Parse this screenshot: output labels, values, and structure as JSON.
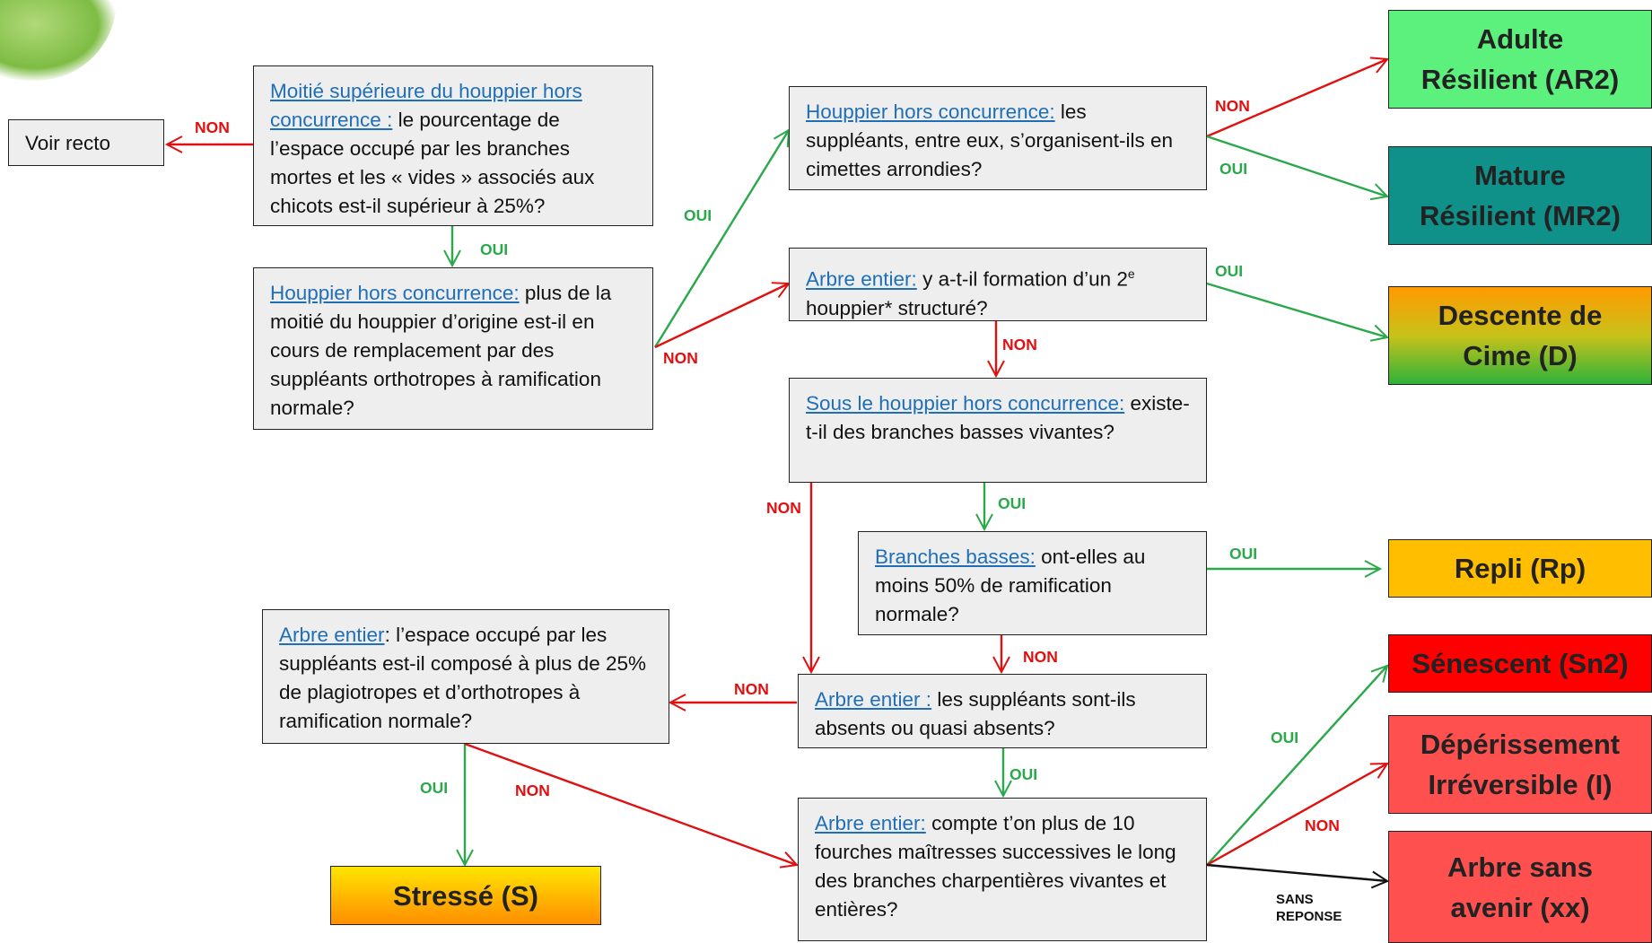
{
  "boxes": {
    "voir_recto": "Voir recto",
    "q1": {
      "link": "Moitié supérieure du houppier hors concurrence :",
      "text": " le pourcentage de l’espace occupé par les branches mortes et les « vides » associés aux chicots est-il supérieur à 25%?"
    },
    "q2": {
      "link": "Houppier hors concurrence:",
      "text": " plus de la moitié du houppier d’origine est-il en cours de remplacement par des suppléants orthotropes à ramification normale?"
    },
    "q3": {
      "link": "Houppier hors concurrence:",
      "text": " les suppléants, entre eux, s’organisent-ils en cimettes arrondies?"
    },
    "q4": {
      "link": "Arbre entier:",
      "text_before": " y a-t-il formation d’un 2",
      "sup": "e",
      "text_after": " houppier* structuré?"
    },
    "q5": {
      "link": "Sous le houppier hors concurrence:",
      "text": " existe-t-il des branches basses vivantes?"
    },
    "q6": {
      "link": "Branches basses:",
      "text": " ont-elles au moins 50% de ramification normale?"
    },
    "q7": {
      "link": "Arbre entier",
      "text": ": l’espace occupé par les suppléants est-il composé à plus de 25% de plagiotropes et d’orthotropes à ramification normale?"
    },
    "q8": {
      "link": "Arbre entier :",
      "text": " les suppléants sont-ils absents ou quasi absents?"
    },
    "q9": {
      "link": "Arbre entier:",
      "text": " compte t’on plus de 10 fourches maîtresses successives le long des branches charpentières vivantes et entières?"
    }
  },
  "results": {
    "ar2": {
      "line1": "Adulte",
      "line2": "Résilient (AR2)"
    },
    "mr2": {
      "line1": "Mature",
      "line2": "Résilient (MR2)"
    },
    "d": {
      "line1": "Descente de",
      "line2": "Cime (D)"
    },
    "rp": "Repli (Rp)",
    "sn2": "Sénescent (Sn2)",
    "i": {
      "line1": "Dépérissement",
      "line2": "Irréversible (I)"
    },
    "xx": {
      "line1": "Arbre sans",
      "line2": "avenir (xx)"
    },
    "s": "Stressé (S)"
  },
  "labels": {
    "oui": "OUI",
    "non": "NON",
    "sans_reponse_1": "SANS",
    "sans_reponse_2": "REPONSE"
  },
  "colors": {
    "green_arrow": "#2aa84a",
    "red_arrow": "#e01010",
    "ar2": "#5cf17c",
    "mr2": "#0f9189",
    "rp": "#ffbf00",
    "sn2": "#ff0000",
    "red_result": "#ff5050"
  }
}
